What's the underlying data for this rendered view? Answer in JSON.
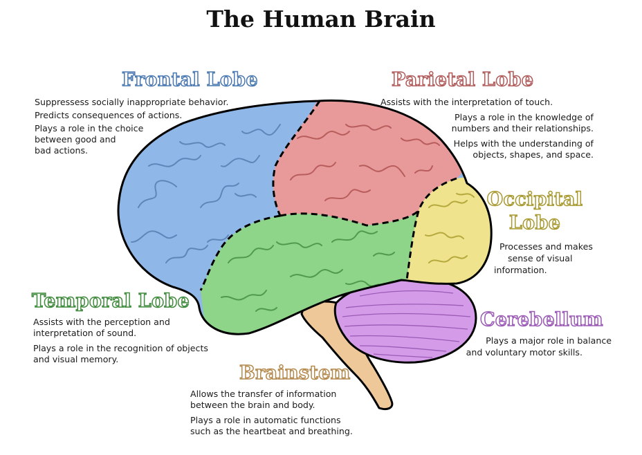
{
  "title": "The Human Brain",
  "lobes": {
    "frontal": {
      "name": "Frontal Lobe",
      "color": "#8fb7e8",
      "lines": [
        "Suppressess socially inappropriate behavior.",
        "Predicts consequences of actions.",
        "Plays a role in the choice",
        "between good and",
        "bad actions."
      ]
    },
    "parietal": {
      "name": "Parietal Lobe",
      "color": "#e89a9a",
      "lines": [
        "Assists with the interpretation of touch.",
        "Plays a role in the knowledge of",
        "numbers and their relationships.",
        "Helps with the understanding of",
        "objects, shapes, and space."
      ]
    },
    "occipital": {
      "name_line1": "Occipital",
      "name_line2": "Lobe",
      "color": "#efe38e",
      "lines": [
        "Processes and makes",
        "sense of visual",
        "information."
      ]
    },
    "temporal": {
      "name": "Temporal Lobe",
      "color": "#8ed58a",
      "lines": [
        "Assists with the perception and",
        "interpretation of sound.",
        "Plays a role in the recognition of objects",
        "and visual memory."
      ]
    },
    "cerebellum": {
      "name": "Cerebellum",
      "color": "#d49ce8",
      "lines": [
        "Plays a major role in balance",
        "and voluntary motor skills."
      ]
    },
    "brainstem": {
      "name": "Brainstem",
      "color": "#efc89a",
      "lines": [
        "Allows the transfer of information",
        "between the brain and body.",
        "Plays a role in automatic functions",
        "such as the heartbeat and breathing."
      ]
    }
  }
}
